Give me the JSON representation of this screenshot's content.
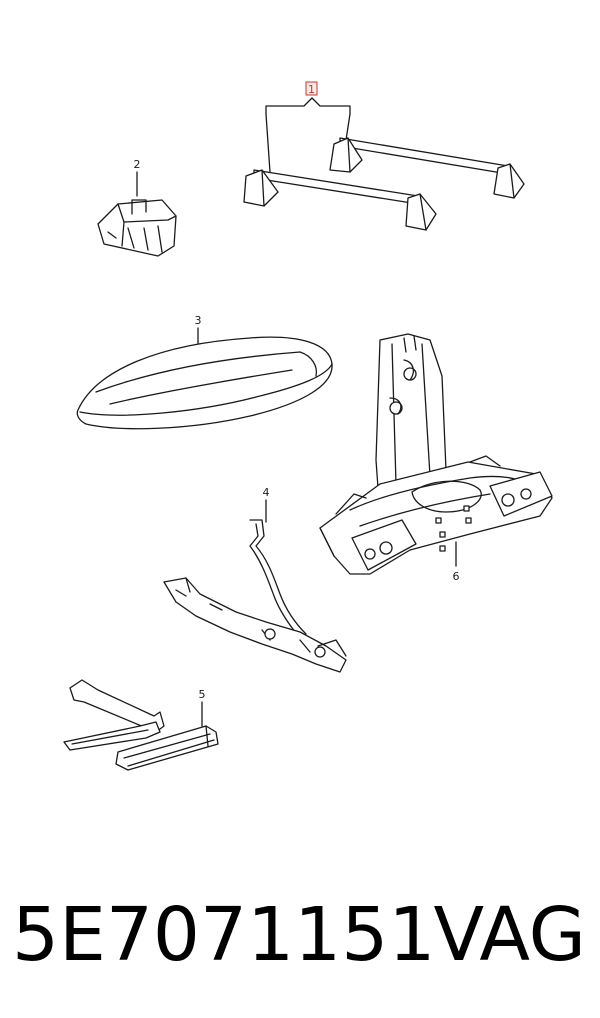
{
  "callouts": [
    {
      "id": "1",
      "label": "1",
      "highlighted": true
    },
    {
      "id": "2",
      "label": "2"
    },
    {
      "id": "3",
      "label": "3"
    },
    {
      "id": "4",
      "label": "4"
    },
    {
      "id": "5",
      "label": "5"
    },
    {
      "id": "6",
      "label": "6"
    }
  ],
  "footer": {
    "part_number": "5E7071151",
    "brand": "VAG"
  },
  "colors": {
    "line": "#1a1a1a",
    "highlight": "#c0392b"
  }
}
